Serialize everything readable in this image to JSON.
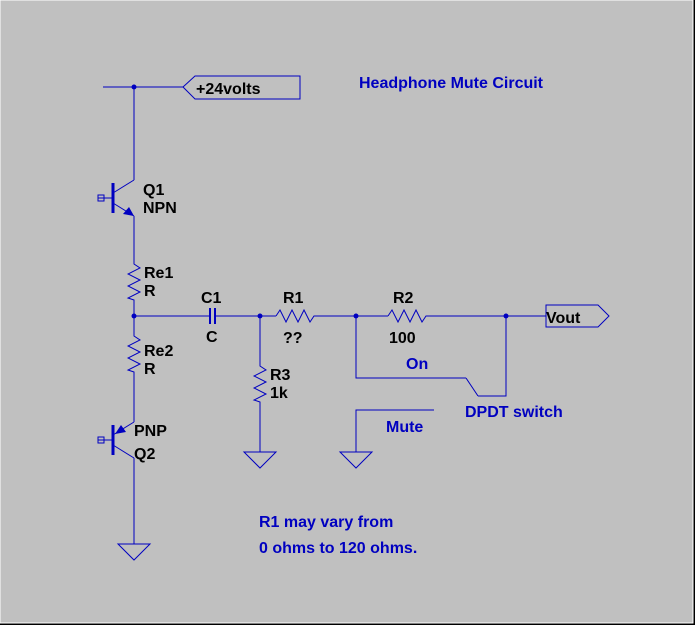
{
  "colors": {
    "background": "#c0c0c0",
    "wire": "#0000c0",
    "component_text": "#000000",
    "annotation_text": "#0000c0",
    "frame": "#ffffff"
  },
  "title": "Headphone Mute Circuit",
  "nets": {
    "supply": "+24volts",
    "output": "Vout"
  },
  "components": {
    "q1": {
      "ref": "Q1",
      "type": "NPN"
    },
    "q2": {
      "ref": "Q2",
      "type": "PNP"
    },
    "re1": {
      "ref": "Re1",
      "value": "R"
    },
    "re2": {
      "ref": "Re2",
      "value": "R"
    },
    "c1": {
      "ref": "C1",
      "value": "C"
    },
    "r1": {
      "ref": "R1",
      "value": "??"
    },
    "r2": {
      "ref": "R2",
      "value": "100"
    },
    "r3": {
      "ref": "R3",
      "value": "1k"
    }
  },
  "switch": {
    "name": "DPDT switch",
    "pos_on": "On",
    "pos_mute": "Mute"
  },
  "note": {
    "line1": "R1 may vary from",
    "line2": "0 ohms to 120 ohms."
  }
}
